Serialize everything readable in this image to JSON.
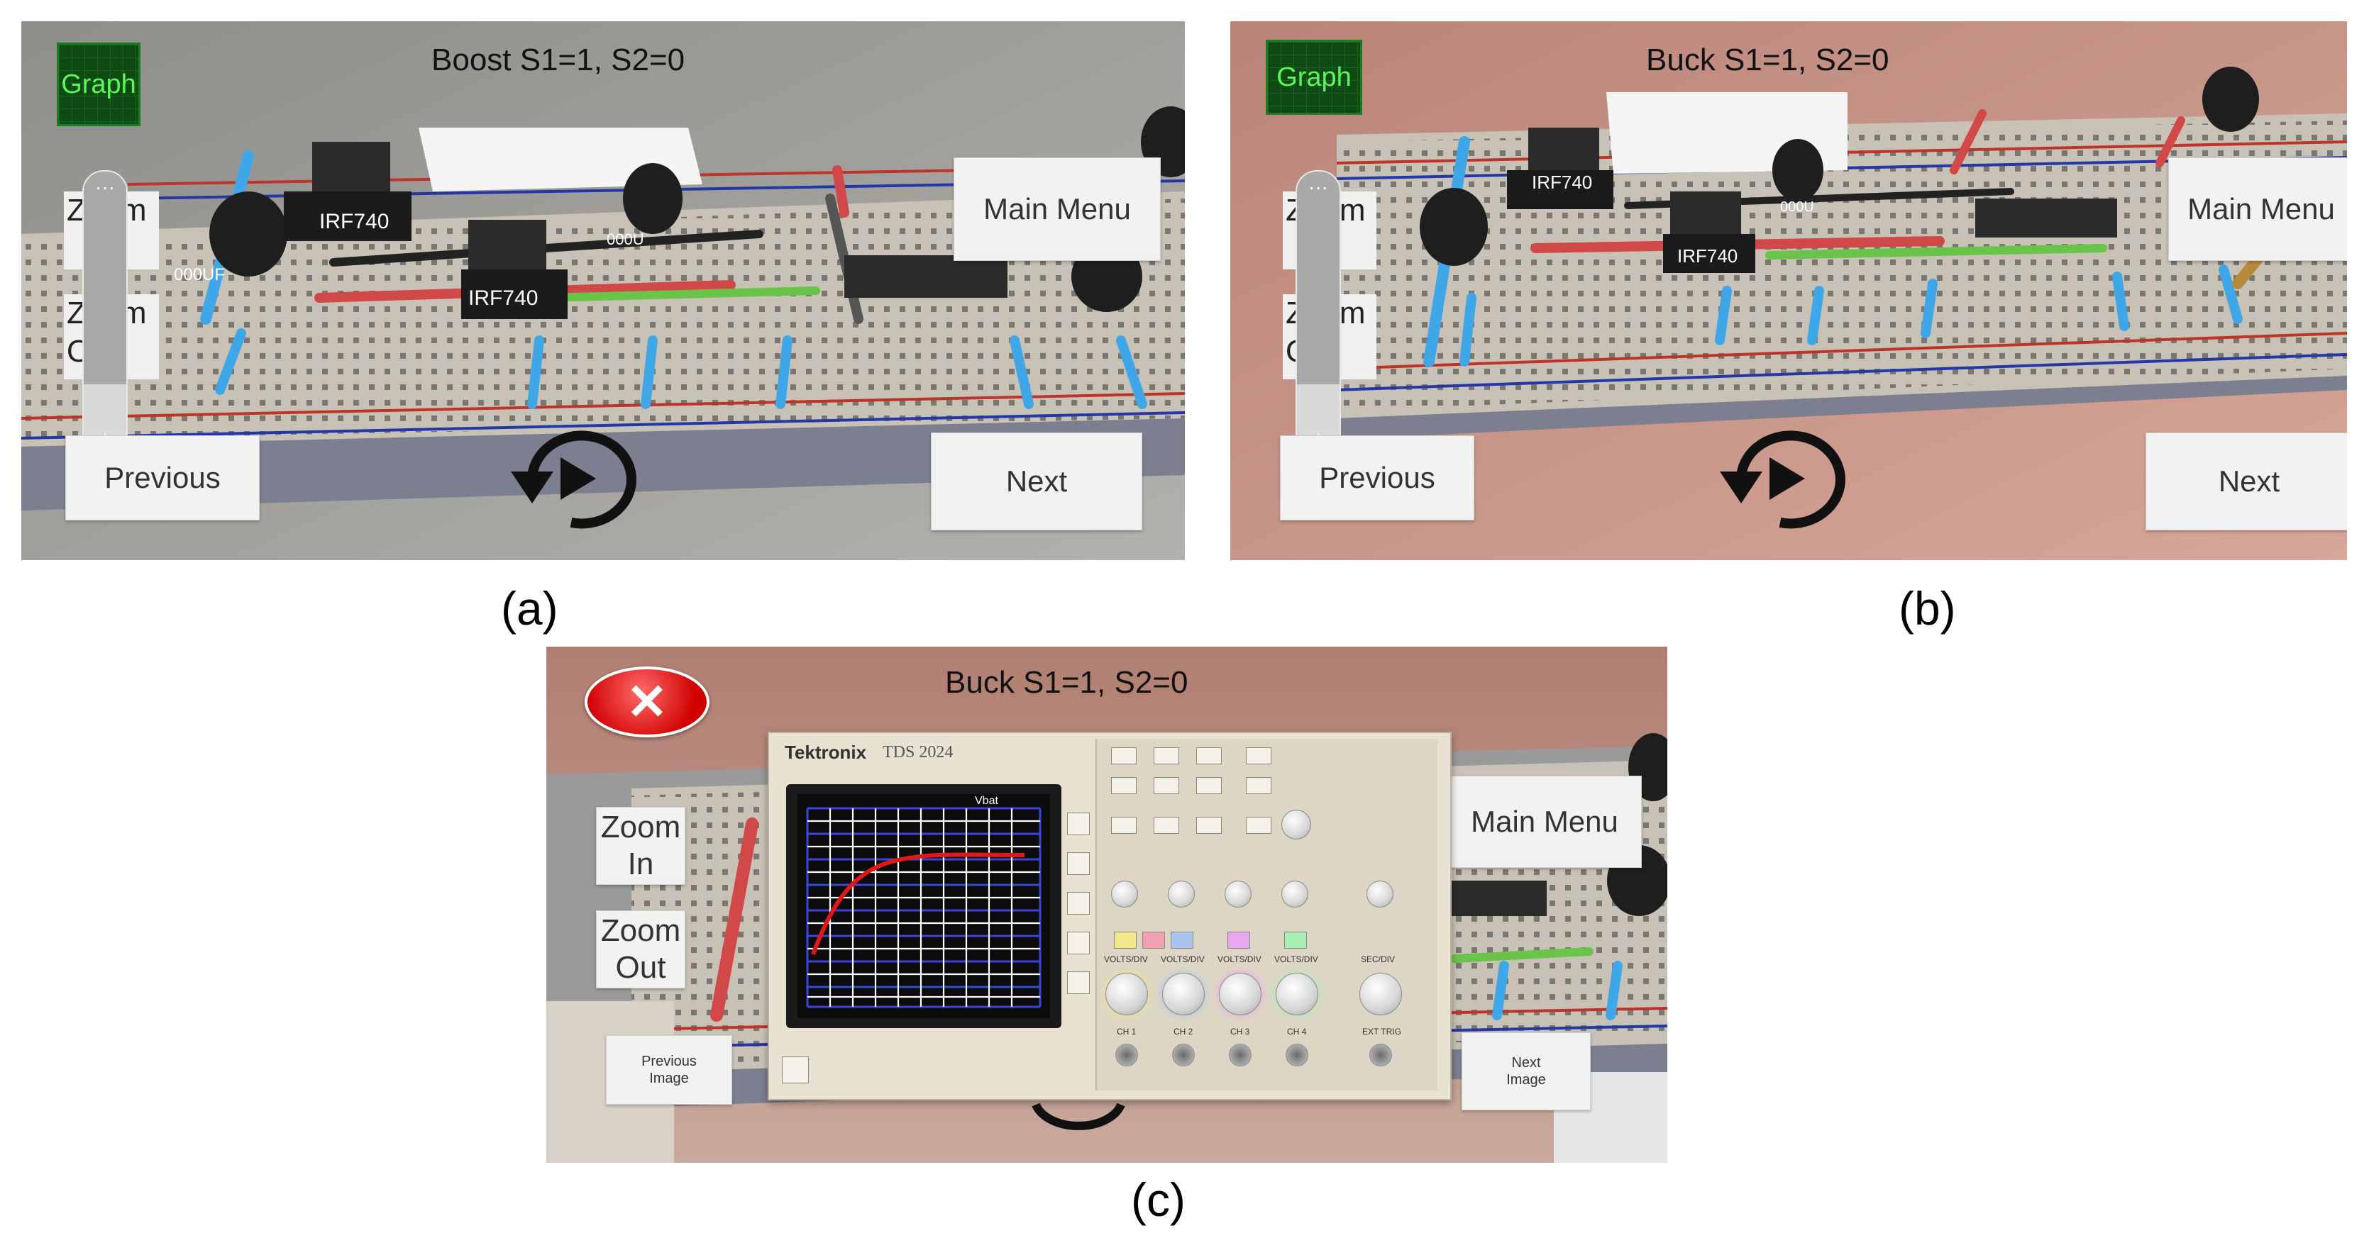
{
  "panel_a": {
    "title": "Boost S1=1, S2=0",
    "graph_label": "Graph",
    "main_menu": "Main Menu",
    "previous": "Previous",
    "next": "Next",
    "zoom_in_peek": "Zoom",
    "zoom_out_peek": "Zoom\nOut",
    "slider_icon": "music-note-icon",
    "replay_icon": "replay-icon",
    "components": [
      "IRF740",
      "IRF740",
      "000UF",
      "000U"
    ]
  },
  "panel_b": {
    "title": "Buck S1=1, S2=0",
    "graph_label": "Graph",
    "main_menu": "Main Menu",
    "previous": "Previous",
    "next": "Next",
    "zoom_in_peek": "Zoom",
    "zoom_out_peek": "Zoom\nOut",
    "components": [
      "IRF740",
      "IRF740",
      "000U"
    ]
  },
  "panel_c": {
    "title": "Buck S1=1, S2=0",
    "zoom_in": "Zoom\nIn",
    "zoom_out": "Zoom\nOut",
    "main_menu": "Main Menu",
    "previous_image": "Previous\nImage",
    "next_image": "Next\nImage",
    "close_icon": "close-icon",
    "scope": {
      "brand": "Tektronix",
      "model": "TDS 2024",
      "trace_label": "Vbat",
      "channel_labels": [
        "CH 1",
        "CH 2",
        "CH 3",
        "CH 4",
        "EXT TRIG"
      ],
      "knob_labels": [
        "VOLTS/DIV",
        "VOLTS/DIV",
        "VOLTS/DIV",
        "VOLTS/DIV",
        "SEC/DIV"
      ]
    }
  },
  "captions": {
    "a": "(a)",
    "b": "(b)",
    "c": "(c)"
  },
  "colors": {
    "graph_green": "#5cf55c",
    "trace_red": "#e01818",
    "grid_blue": "#3a46d8",
    "close_red": "#d10000"
  }
}
